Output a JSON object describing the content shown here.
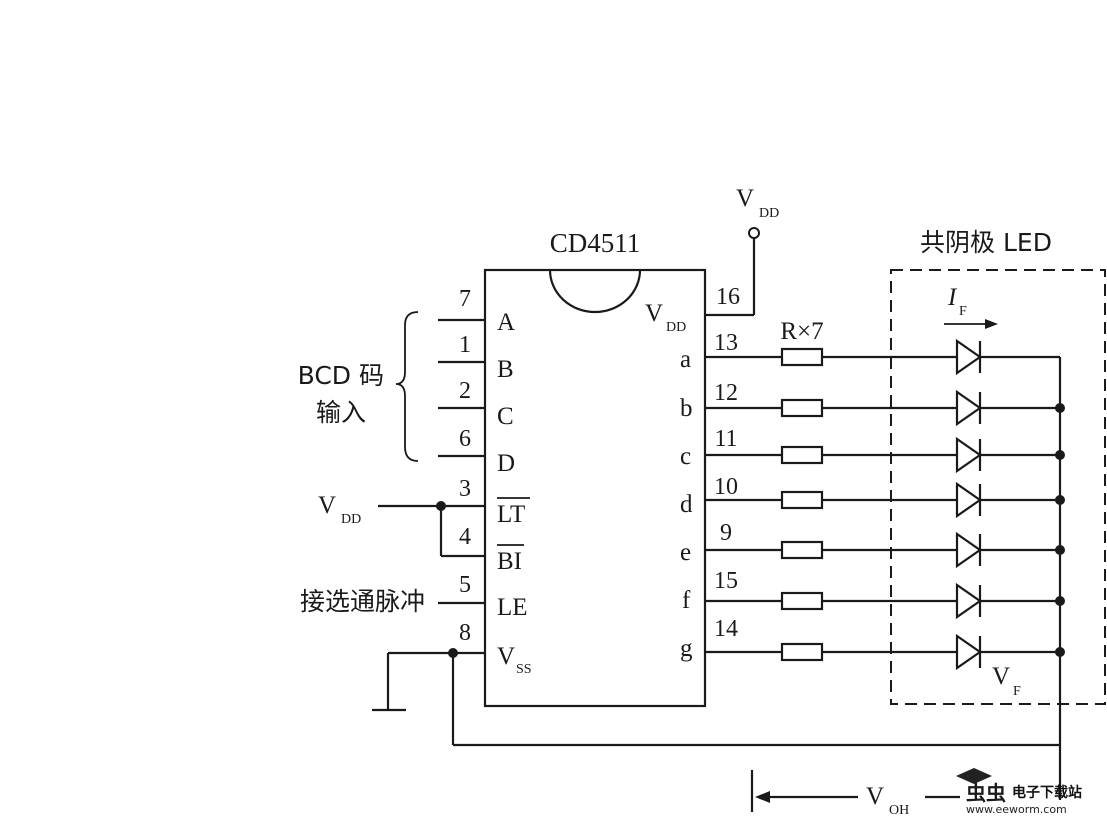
{
  "chip": {
    "name": "CD4511",
    "left_pins": [
      {
        "num": "7",
        "label": "A"
      },
      {
        "num": "1",
        "label": "B"
      },
      {
        "num": "2",
        "label": "C"
      },
      {
        "num": "6",
        "label": "D"
      },
      {
        "num": "3",
        "label": "LT"
      },
      {
        "num": "4",
        "label": "BI"
      },
      {
        "num": "5",
        "label": "LE"
      },
      {
        "num": "8",
        "label": "V",
        "sub": "SS"
      }
    ],
    "right_pins": [
      {
        "num": "16",
        "label": "V",
        "sub": "DD"
      },
      {
        "num": "13",
        "label": "a"
      },
      {
        "num": "12",
        "label": "b"
      },
      {
        "num": "11",
        "label": "c"
      },
      {
        "num": "10",
        "label": "d"
      },
      {
        "num": "9",
        "label": "e"
      },
      {
        "num": "15",
        "label": "f"
      },
      {
        "num": "14",
        "label": "g"
      }
    ]
  },
  "labels": {
    "vdd_top": {
      "main": "V",
      "sub": "DD"
    },
    "vdd_left": {
      "main": "V",
      "sub": "DD"
    },
    "bcd_line1": "BCD 码",
    "bcd_line2": "输入",
    "strobe": "接选通脉冲",
    "resistor": "R×7",
    "led_block": "共阴极 LED",
    "if_label": {
      "main": "I",
      "sub": "F"
    },
    "vf_label": {
      "main": "V",
      "sub": "F"
    },
    "voh_label": {
      "main": "V",
      "sub": "OH"
    }
  },
  "watermark": {
    "logo_text": "虫虫",
    "title": "电子下载站",
    "url": "www.eeworm.com"
  }
}
